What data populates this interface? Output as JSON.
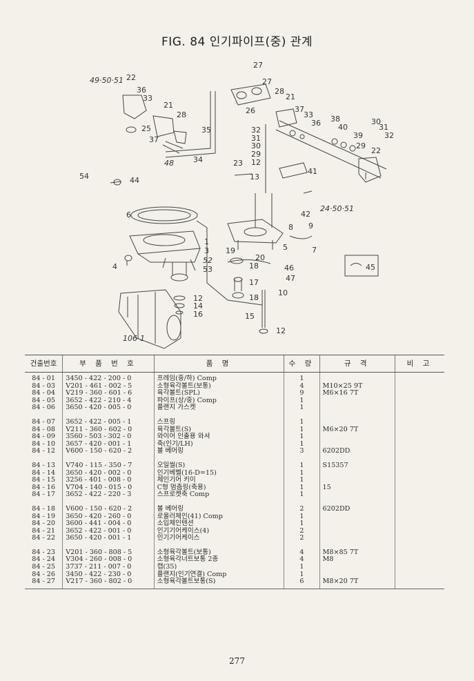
{
  "title": "FIG. 84 인기파이프(중) 관계",
  "page_number": "277",
  "diagram": {
    "callouts": [
      "49·50·51",
      "22",
      "36",
      "33",
      "21",
      "28",
      "25",
      "37",
      "48",
      "35",
      "34",
      "27",
      "27",
      "26",
      "28",
      "21",
      "37",
      "33",
      "36",
      "38",
      "40",
      "39",
      "30",
      "31",
      "32",
      "29",
      "22",
      "32",
      "31",
      "30",
      "29",
      "12",
      "23",
      "13",
      "41",
      "42",
      "24·50·51",
      "54",
      "44",
      "6",
      "1",
      "3",
      "52",
      "53",
      "4",
      "8",
      "9",
      "7",
      "19",
      "20",
      "5",
      "18",
      "46",
      "17",
      "47",
      "10",
      "18",
      "12",
      "14",
      "16",
      "15",
      "12",
      "106-1",
      "45"
    ]
  },
  "table": {
    "headers": [
      "건출번호",
      "부 품 번 호",
      "품 명",
      "수 량",
      "규 격",
      "비 고"
    ],
    "groups": [
      [
        {
          "no": "84 - 01",
          "part": "3450 - 422 - 200 - 0",
          "name": "프레임(중/하) Comp",
          "qty": "1",
          "spec": "",
          "remark": ""
        },
        {
          "no": "84 - 03",
          "part": "V201 - 461 - 002 - 5",
          "name": "소형육각볼트(보통)",
          "qty": "4",
          "spec": "M10×25 9T",
          "remark": ""
        },
        {
          "no": "84 - 04",
          "part": "V219 - 360 - 601 - 6",
          "name": "육각볼트(SPL)",
          "qty": "9",
          "spec": "M6×16 7T",
          "remark": ""
        },
        {
          "no": "84 - 05",
          "part": "3652 - 422 - 210 - 4",
          "name": "파이프(상/중) Comp",
          "qty": "1",
          "spec": "",
          "remark": ""
        },
        {
          "no": "84 - 06",
          "part": "3650 - 420 - 005 - 0",
          "name": "플랜지 가스켓",
          "qty": "1",
          "spec": "",
          "remark": ""
        }
      ],
      [
        {
          "no": "84 - 07",
          "part": "3652 - 422 - 005 - 1",
          "name": "스프링",
          "qty": "1",
          "spec": "",
          "remark": ""
        },
        {
          "no": "84 - 08",
          "part": "V211 - 360 - 602 - 0",
          "name": "육각볼트(S)",
          "qty": "1",
          "spec": "M6×20 7T",
          "remark": ""
        },
        {
          "no": "84 - 09",
          "part": "3560 - 503 - 302 - 0",
          "name": "와이어 인출용 와셔",
          "qty": "1",
          "spec": "",
          "remark": ""
        },
        {
          "no": "84 - 10",
          "part": "3657 - 420 - 001 - 1",
          "name": "축(인기/LH)",
          "qty": "1",
          "spec": "",
          "remark": ""
        },
        {
          "no": "84 - 12",
          "part": "V600 - 150 - 620 - 2",
          "name": "볼 베어링",
          "qty": "3",
          "spec": "6202DD",
          "remark": ""
        }
      ],
      [
        {
          "no": "84 - 13",
          "part": "V740 - 115 - 350 - 7",
          "name": "오일씰(S)",
          "qty": "1",
          "spec": "S15357",
          "remark": ""
        },
        {
          "no": "84 - 14",
          "part": "3650 - 420 - 002 - 0",
          "name": "인기베벨(16-D=15)",
          "qty": "1",
          "spec": "",
          "remark": ""
        },
        {
          "no": "84 - 15",
          "part": "3256 - 401 - 008 - 0",
          "name": "체인기어 키이",
          "qty": "1",
          "spec": "",
          "remark": ""
        },
        {
          "no": "84 - 16",
          "part": "V704 - 140 - 015 - 0",
          "name": "C형 멈춤링(축용)",
          "qty": "1",
          "spec": "15",
          "remark": ""
        },
        {
          "no": "84 - 17",
          "part": "3652 - 422 - 220 - 3",
          "name": "스프로켓축 Comp",
          "qty": "1",
          "spec": "",
          "remark": ""
        }
      ],
      [
        {
          "no": "84 - 18",
          "part": "V600 - 150 - 620 - 2",
          "name": "볼 베어링",
          "qty": "2",
          "spec": "6202DD",
          "remark": ""
        },
        {
          "no": "84 - 19",
          "part": "3650 - 420 - 260 - 0",
          "name": "로울러체인(41) Comp",
          "qty": "1",
          "spec": "",
          "remark": ""
        },
        {
          "no": "84 - 20",
          "part": "3600 - 441 - 004 - 0",
          "name": "소입체인텐션",
          "qty": "1",
          "spec": "",
          "remark": ""
        },
        {
          "no": "84 - 21",
          "part": "3652 - 422 - 001 - 0",
          "name": "인기기어케이스(4)",
          "qty": "2",
          "spec": "",
          "remark": ""
        },
        {
          "no": "84 - 22",
          "part": "3650 - 420 - 001 - 1",
          "name": "인기기어케이스",
          "qty": "2",
          "spec": "",
          "remark": ""
        }
      ],
      [
        {
          "no": "84 - 23",
          "part": "V201 - 360 - 808 - 5",
          "name": "소형육각볼트(보통)",
          "qty": "4",
          "spec": "M8×85 7T",
          "remark": ""
        },
        {
          "no": "84 - 24",
          "part": "V304 - 260 - 008 - 0",
          "name": "소형육각너트보통 2종",
          "qty": "4",
          "spec": "M8",
          "remark": ""
        },
        {
          "no": "84 - 25",
          "part": "3737 - 211 - 007 - 0",
          "name": "캡(35)",
          "qty": "1",
          "spec": "",
          "remark": ""
        },
        {
          "no": "84 - 26",
          "part": "3450 - 422 - 230 - 0",
          "name": "플랜지(인기연결) Comp",
          "qty": "1",
          "spec": "",
          "remark": ""
        },
        {
          "no": "84 - 27",
          "part": "V217 - 360 - 802 - 0",
          "name": "소형육각볼트보통(S)",
          "qty": "6",
          "spec": "M8×20 7T",
          "remark": ""
        }
      ]
    ]
  }
}
